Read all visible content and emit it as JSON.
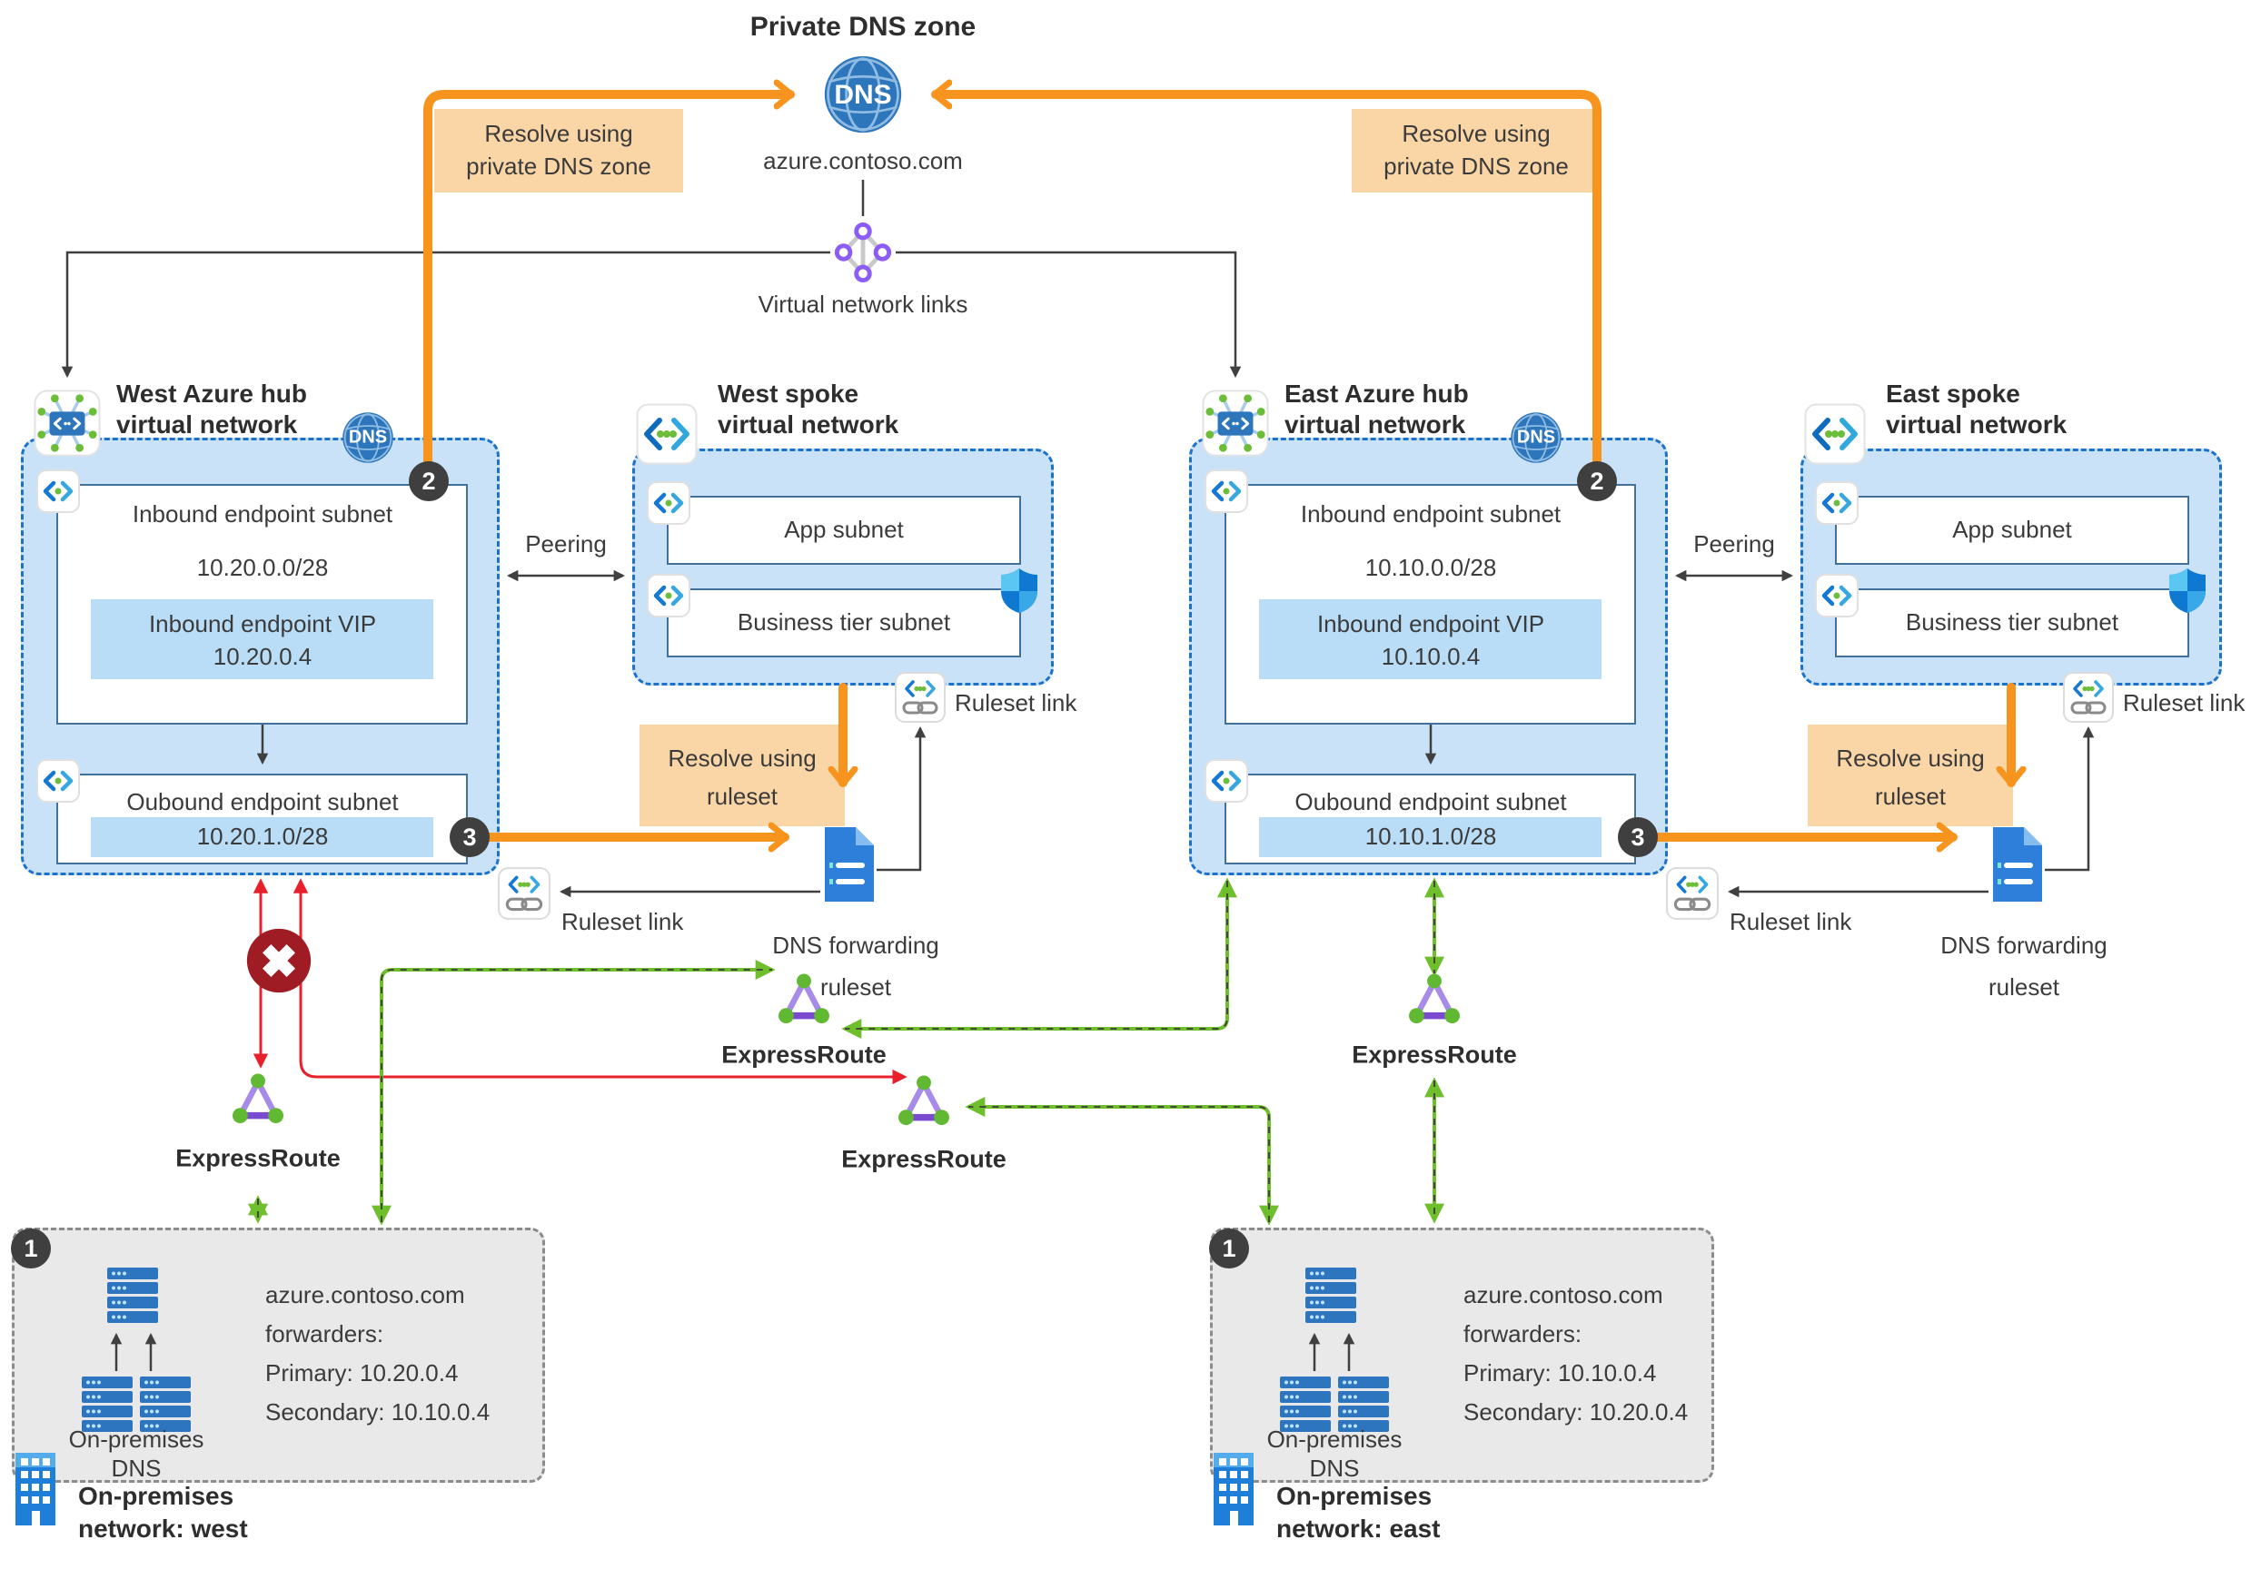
{
  "top": {
    "title": "Private DNS zone",
    "zone": "azure.contoso.com",
    "vnl_label": "Virtual network links"
  },
  "callouts": {
    "dns_badge": "DNS",
    "resolve_private_l1": "Resolve using",
    "resolve_private_l2": "private DNS zone",
    "resolve_ruleset_l1": "Resolve using",
    "resolve_ruleset_l2": "ruleset",
    "dns_forwarding_l1": "DNS forwarding",
    "dns_forwarding_l2": "ruleset",
    "ruleset_link": "Ruleset link",
    "peering": "Peering",
    "expressroute": "ExpressRoute"
  },
  "steps": {
    "s1": "1",
    "s2": "2",
    "s3": "3"
  },
  "hub_west": {
    "title_l1": "West Azure hub",
    "title_l2": "virtual network",
    "inbound_label": "Inbound endpoint subnet",
    "inbound_cidr": "10.20.0.0/28",
    "vip_label": "Inbound endpoint VIP",
    "vip_ip": "10.20.0.4",
    "outbound_label": "Oubound endpoint subnet",
    "outbound_cidr": "10.20.1.0/28"
  },
  "hub_east": {
    "title_l1": "East Azure hub",
    "title_l2": "virtual network",
    "inbound_label": "Inbound endpoint subnet",
    "inbound_cidr": "10.10.0.0/28",
    "vip_label": "Inbound endpoint VIP",
    "vip_ip": "10.10.0.4",
    "outbound_label": "Oubound endpoint subnet",
    "outbound_cidr": "10.10.1.0/28"
  },
  "spoke_west": {
    "title_l1": "West spoke",
    "title_l2": "virtual network",
    "app": "App subnet",
    "biz": "Business tier subnet"
  },
  "spoke_east": {
    "title_l1": "East spoke",
    "title_l2": "virtual network",
    "app": "App subnet",
    "biz": "Business tier subnet"
  },
  "onprem_west": {
    "dns_l1": "On-premises",
    "dns_l2": "DNS",
    "fwd_l1": "azure.contoso.com",
    "fwd_l2": "forwarders:",
    "fwd_l3": "Primary: 10.20.0.4",
    "fwd_l4": "Secondary: 10.10.0.4",
    "net_l1": "On-premises",
    "net_l2": "network: west"
  },
  "onprem_east": {
    "dns_l1": "On-premises",
    "dns_l2": "DNS",
    "fwd_l1": "azure.contoso.com",
    "fwd_l2": "forwarders:",
    "fwd_l3": "Primary: 10.10.0.4",
    "fwd_l4": "Secondary: 10.20.0.4",
    "net_l1": "On-premises",
    "net_l2": "network: east"
  },
  "colors": {
    "orange": "#F7941E",
    "orange_fill": "#FAD5A5",
    "vnet_fill": "#C9E2F7",
    "vnet_border": "#1B72CC",
    "subnet_bar": "#B9DDF6",
    "red": "#E8202C",
    "blocked_red": "#A01C24",
    "green": "#6FBE2B",
    "gray_fill": "#E9E9E9",
    "doc_blue": "#2E7FD9",
    "globe_blue": "#2E76BC",
    "badge_gray": "#3F3F3F"
  }
}
